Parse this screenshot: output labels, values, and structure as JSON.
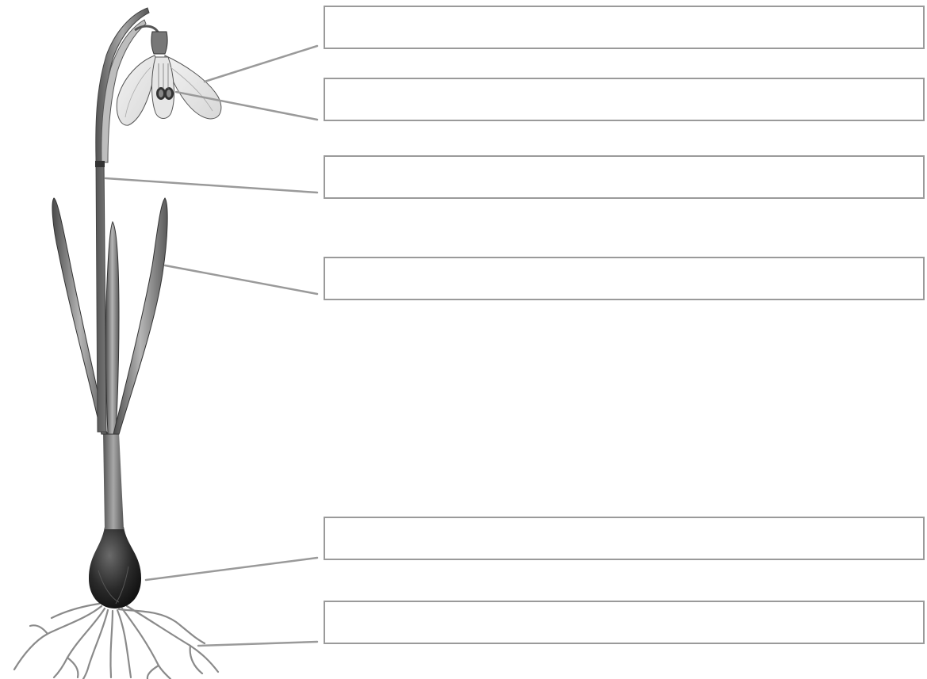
{
  "diagram": {
    "subject": "snowdrop-plant",
    "line_color": "#9a9a9a",
    "box_border_color": "#9a9a9a",
    "label_boxes": [
      {
        "id": "box-0",
        "text": ""
      },
      {
        "id": "box-1",
        "text": ""
      },
      {
        "id": "box-2",
        "text": ""
      },
      {
        "id": "box-3",
        "text": ""
      },
      {
        "id": "box-4",
        "text": ""
      },
      {
        "id": "box-5",
        "text": ""
      }
    ]
  }
}
